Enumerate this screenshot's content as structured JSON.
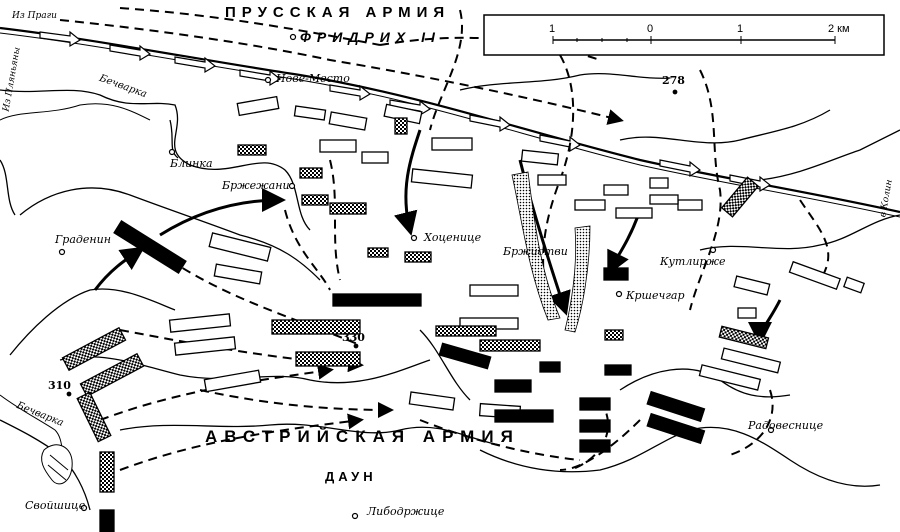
{
  "armies": {
    "prussian_title": "ПРУССКАЯ АРМИЯ",
    "prussian_commander": "ФРИДРИХ II",
    "austrian_title": "АВСТРИЙСКАЯ АРМИЯ",
    "austrian_commander": "ДАУН"
  },
  "scale": {
    "ticks": [
      "1",
      "0",
      "1",
      "2 км"
    ]
  },
  "places": {
    "from_prague": "Из Праги",
    "to_kolin": "в Колин",
    "bechvarka": "Бечварка",
    "bechvarka_lower": "Бечварка",
    "planany": "Из Пляньяны",
    "nove_mesto": "Нове-Место",
    "blinka": "Блинка",
    "brzhezhani": "Бржежани",
    "gradenin": "Граденин",
    "hotsenice": "Хоценице",
    "brzhistvi": "Бржистви",
    "krshechgar": "Кршечгар",
    "kutlirzhe": "Кутлирже",
    "radovesnice": "Радовеснице",
    "svoyshice": "Свойшице",
    "libodrzhice": "Либодржице"
  },
  "heights": {
    "h278": "278",
    "h330": "330",
    "h310": "310"
  },
  "colors": {
    "ink": "#000000",
    "paper": "#ffffff"
  }
}
